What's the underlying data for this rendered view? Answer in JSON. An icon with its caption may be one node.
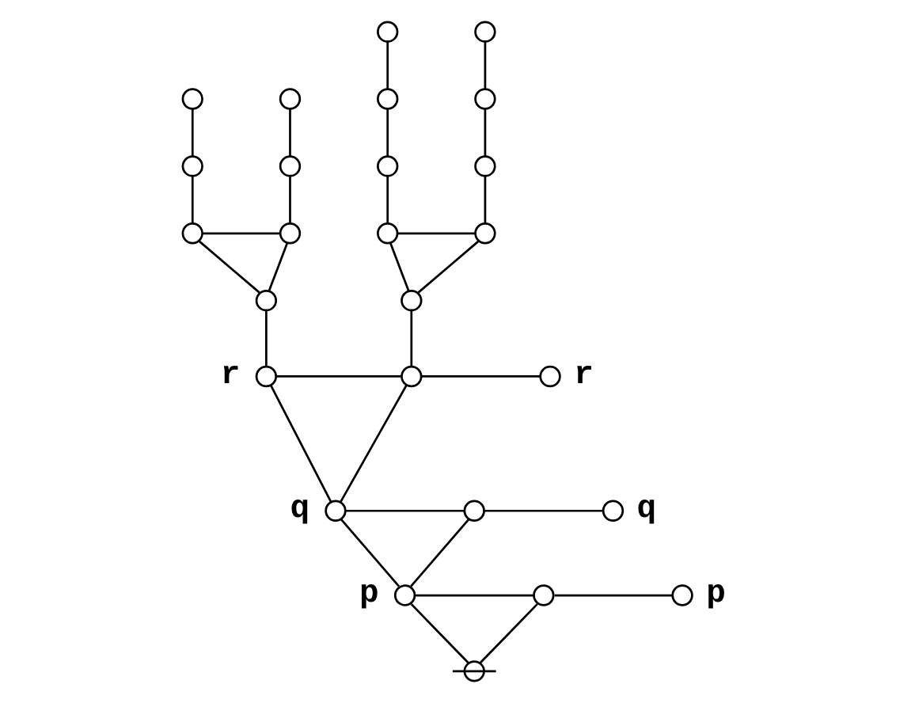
{
  "diagram": {
    "nodes": [
      {
        "text": [],
        "shape": "circle"
      },
      {
        "text": [],
        "shape": "circle"
      },
      {
        "text": [],
        "shape": "circle"
      },
      {
        "text": [],
        "shape": "circle"
      },
      {
        "text": [],
        "shape": "circle"
      },
      {
        "text": [],
        "shape": "circle"
      },
      {
        "text": [],
        "shape": "circle"
      },
      {
        "text": [],
        "shape": "circle"
      },
      {
        "text": [],
        "shape": "circle"
      },
      {
        "text": [],
        "shape": "circle"
      },
      {
        "text": [],
        "shape": "circle"
      },
      {
        "text": [],
        "shape": "circle"
      },
      {
        "text": [],
        "shape": "circle"
      },
      {
        "text": [],
        "shape": "circle"
      },
      {
        "text": [],
        "shape": "circle"
      },
      {
        "text": [],
        "shape": "circle"
      },
      {
        "text": [],
        "shape": "circle",
        "beside": [
          "r"
        ]
      },
      {
        "text": [],
        "shape": "circle"
      },
      {
        "text": [],
        "shape": "circle",
        "beside": [
          "r"
        ]
      },
      {
        "text": [],
        "shape": "circle",
        "beside": [
          "q"
        ]
      },
      {
        "text": [],
        "shape": "circle"
      },
      {
        "text": [],
        "shape": "circle",
        "beside": [
          "q"
        ]
      },
      {
        "text": [],
        "shape": "circle",
        "beside": [
          "p"
        ]
      },
      {
        "text": [],
        "shape": "circle"
      },
      {
        "text": [],
        "shape": "circle",
        "beside": [
          "p"
        ]
      },
      {
        "text": [],
        "shape": "crossed-circle"
      }
    ],
    "edges": [
      {
        "from": 2,
        "to": 6,
        "arrow": "none"
      },
      {
        "from": 3,
        "to": 7,
        "arrow": "none"
      },
      {
        "from": 0,
        "to": 4,
        "arrow": "none"
      },
      {
        "from": 1,
        "to": 5,
        "arrow": "none"
      },
      {
        "from": 4,
        "to": 8,
        "arrow": "none"
      },
      {
        "from": 5,
        "to": 9,
        "arrow": "none"
      },
      {
        "from": 6,
        "to": 10,
        "arrow": "none"
      },
      {
        "from": 7,
        "to": 11,
        "arrow": "none"
      },
      {
        "from": 8,
        "to": 12,
        "arrow": "none"
      },
      {
        "from": 9,
        "to": 13,
        "arrow": "none"
      },
      {
        "from": 10,
        "to": 11,
        "arrow": "none"
      },
      {
        "from": 12,
        "to": 13,
        "arrow": "none"
      },
      {
        "from": 10,
        "to": 14,
        "arrow": "none"
      },
      {
        "from": 11,
        "to": 14,
        "arrow": "none"
      },
      {
        "from": 12,
        "to": 15,
        "arrow": "none"
      },
      {
        "from": 13,
        "to": 15,
        "arrow": "none"
      },
      {
        "from": 14,
        "to": 16,
        "arrow": "none"
      },
      {
        "from": 15,
        "to": 17,
        "arrow": "none"
      },
      {
        "from": 16,
        "to": 17,
        "arrow": "none"
      },
      {
        "from": 17,
        "to": 18,
        "arrow": "none"
      },
      {
        "from": 16,
        "to": 19,
        "arrow": "none"
      },
      {
        "from": 17,
        "to": 19,
        "arrow": "none"
      },
      {
        "from": 19,
        "to": 20,
        "arrow": "none"
      },
      {
        "from": 20,
        "to": 21,
        "arrow": "none"
      },
      {
        "from": 19,
        "to": 22,
        "arrow": "none"
      },
      {
        "from": 20,
        "to": 22,
        "arrow": "none"
      },
      {
        "from": 22,
        "to": 23,
        "arrow": "none"
      },
      {
        "from": 23,
        "to": 24,
        "arrow": "none"
      },
      {
        "from": 22,
        "to": 25,
        "arrow": "none"
      },
      {
        "from": 23,
        "to": 25,
        "arrow": "none"
      }
    ]
  }
}
